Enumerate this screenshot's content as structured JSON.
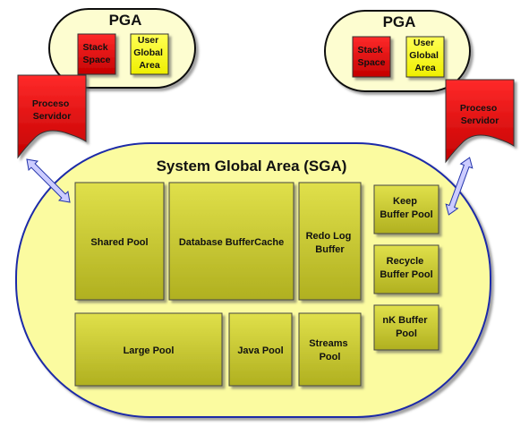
{
  "pga_left": {
    "title": "PGA",
    "stack": [
      "Stack",
      "Space"
    ],
    "uga": [
      "User",
      "Global",
      "Area"
    ]
  },
  "pga_right": {
    "title": "PGA",
    "stack": [
      "Stack",
      "Space"
    ],
    "uga": [
      "User",
      "Global",
      "Area"
    ]
  },
  "proceso_left": [
    "Proceso",
    "Servidor"
  ],
  "proceso_right": [
    "Proceso",
    "Servidor"
  ],
  "sga": {
    "title": "System Global Area (SGA)",
    "shared_pool": "Shared Pool",
    "buffer_cache": "Database BufferCache",
    "redo_log": [
      "Redo Log",
      "Buffer"
    ],
    "large_pool": "Large Pool",
    "java_pool": "Java Pool",
    "streams_pool": [
      "Streams",
      "Pool"
    ],
    "keep_pool": [
      "Keep",
      "Buffer Pool"
    ],
    "recycle_pool": [
      "Recycle",
      "Buffer Pool"
    ],
    "nk_pool": [
      "nK Buffer",
      "Pool"
    ]
  },
  "colors": {
    "sga_fill": "#fbfba0",
    "box_fill": "#cccc33",
    "pga_fill": "#fdfdd0",
    "stack_fill": "#dd1111",
    "uga_fill": "#ffff22",
    "proceso_fill": "#dd1111",
    "arrow_fill": "#ccccff"
  }
}
